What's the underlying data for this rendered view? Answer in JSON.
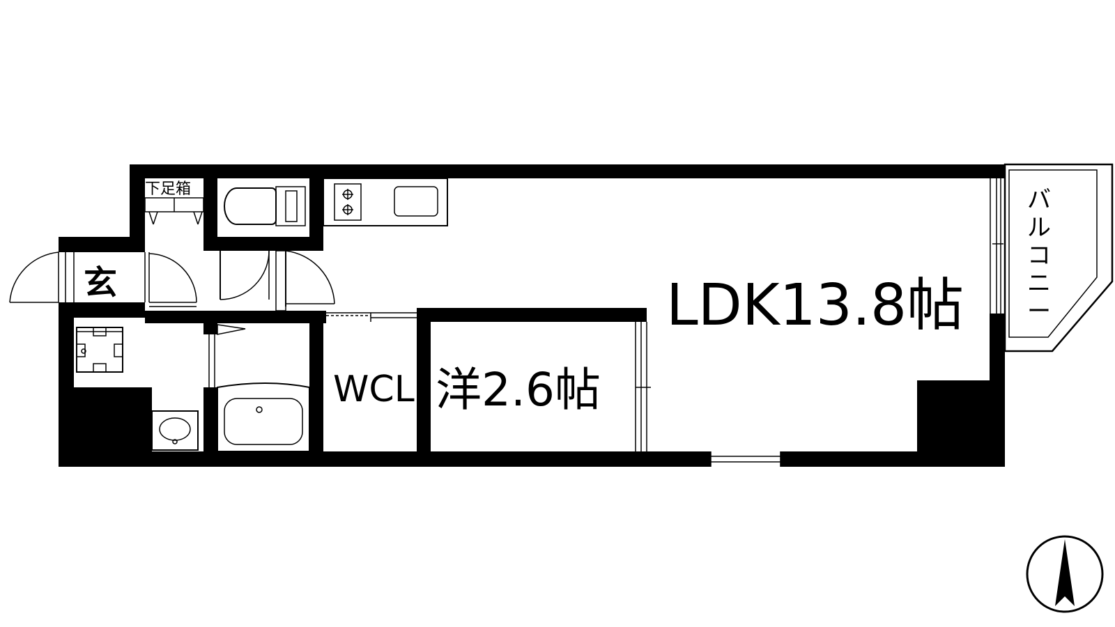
{
  "rooms": {
    "ldk": "LDK13.8帖",
    "western": "洋2.6帖",
    "wcl": "WCL",
    "genkan": "玄",
    "shoe_box": "下足箱",
    "balcony": [
      "バ",
      "ル",
      "コ",
      "ニ",
      "ー"
    ]
  },
  "compass": {
    "icon": "north-arrow-icon"
  }
}
